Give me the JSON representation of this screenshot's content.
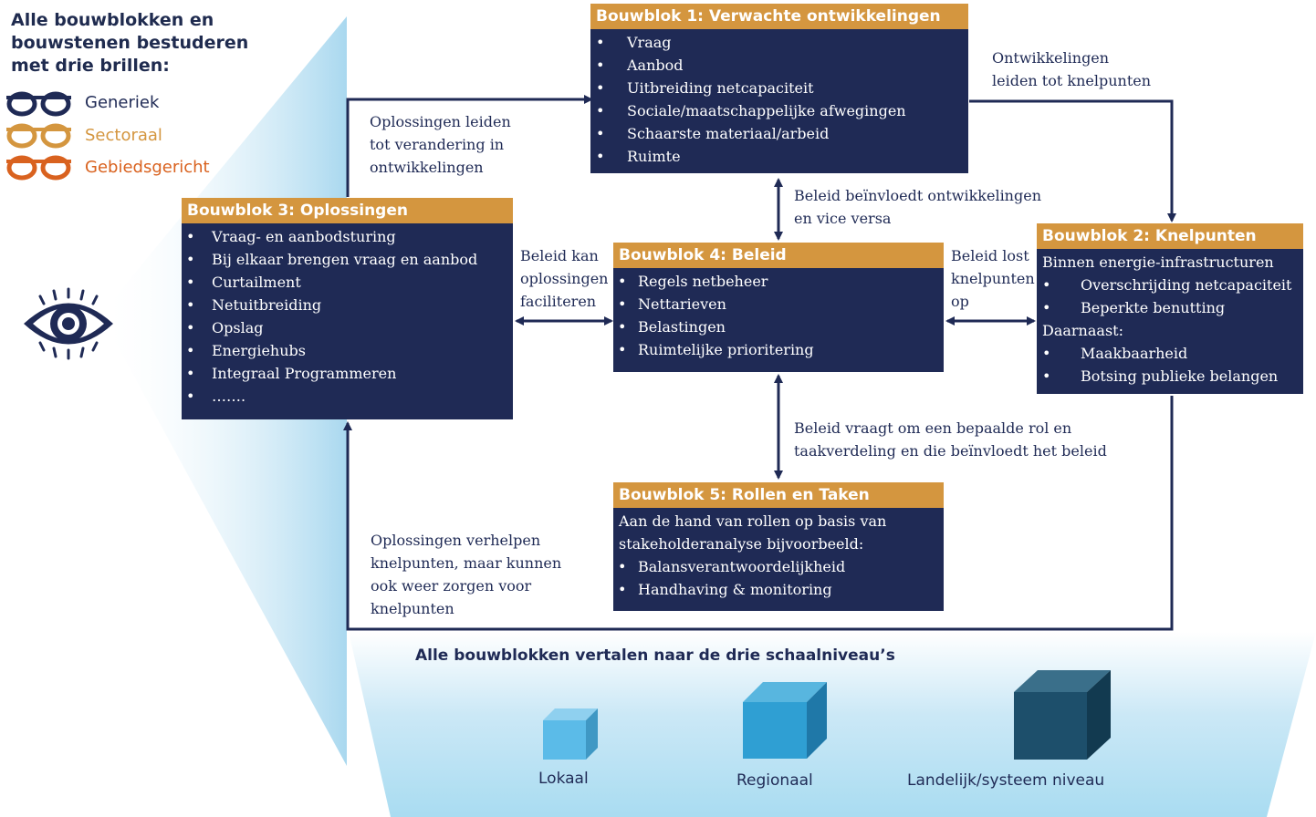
{
  "legend": {
    "title": "Alle bouwblokken en\nbouwstenen bestuderen\nmet drie brillen:",
    "items": [
      {
        "label": "Generiek",
        "color": "#1f2a55"
      },
      {
        "label": "Sectoraal",
        "color": "#d4963f"
      },
      {
        "label": "Gebiedsgericht",
        "color": "#d9621f"
      }
    ]
  },
  "blocks": {
    "b1": {
      "title": "Bouwblok 1: Verwachte ontwikkelingen",
      "items": [
        "Vraag",
        "Aanbod",
        "Uitbreiding netcapaciteit",
        "Sociale/maatschappelijke afwegingen",
        "Schaarste materiaal/arbeid",
        "Ruimte"
      ]
    },
    "b2": {
      "title": "Bouwblok 2: Knelpunten",
      "intro": "Binnen energie-infrastructuren",
      "items": [
        "Overschrijding netcapaciteit",
        "Beperkte benutting"
      ],
      "mid": "Daarnaast:",
      "items2": [
        "Maakbaarheid",
        "Botsing publieke belangen"
      ]
    },
    "b3": {
      "title": "Bouwblok 3: Oplossingen",
      "items": [
        "Vraag- en aanbodsturing",
        "Bij elkaar brengen vraag en aanbod",
        "Curtailment",
        "Netuitbreiding",
        "Opslag",
        "Energiehubs",
        "Integraal Programmeren",
        "……."
      ]
    },
    "b4": {
      "title": "Bouwblok 4: Beleid",
      "items": [
        "Regels netbeheer",
        "Nettarieven",
        "Belastingen",
        "Ruimtelijke prioritering"
      ]
    },
    "b5": {
      "title": "Bouwblok 5: Rollen en Taken",
      "intro1": "Aan de hand van rollen op basis van",
      "intro2": "stakeholderanalyse bijvoorbeeld:",
      "items": [
        "Balansverantwoordelijkheid",
        "Handhaving & monitoring"
      ]
    }
  },
  "bullet": "•",
  "edges": {
    "b3_to_b1": "Oplossingen leiden\ntot verandering in\nontwikkelingen",
    "b1_to_b2": "Ontwikkelingen\nleiden tot knelpunten",
    "b1_b4": "Beleid beïnvloedt ontwikkelingen\nen vice versa",
    "b4_b3": "Beleid kan\noplossingen\nfaciliteren",
    "b4_b2": "Beleid lost\nknelpunten\nop",
    "b4_b5": "Beleid vraagt om een bepaalde rol en\ntaakverdeling en die beïnvloedt het beleid",
    "b2_to_b3": "Oplossingen verhelpen\nknelpunten, maar kunnen\nook weer zorgen voor\nknelpunten"
  },
  "scale": {
    "title": "Alle bouwblokken vertalen naar de drie  schaalniveau’s",
    "levels": [
      "Lokaal",
      "Regionaal",
      "Landelijk/systeem niveau"
    ]
  },
  "colors": {
    "navy": "#1f2a55",
    "orange_header": "#d4963f",
    "light_blue": "#a9d8ef",
    "cube_small": "#5bbbe8",
    "cube_medium": "#2f9fd3",
    "cube_large": "#1d4f6b"
  }
}
